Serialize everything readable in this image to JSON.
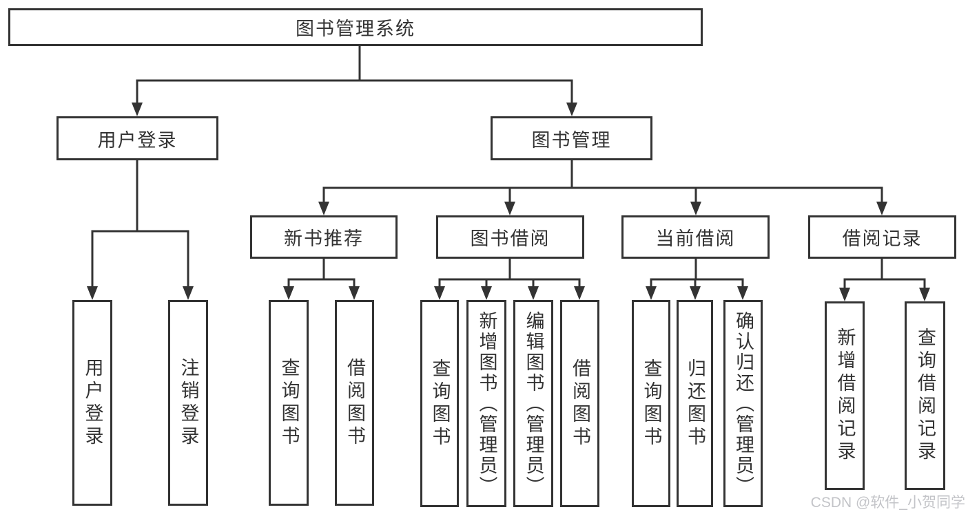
{
  "colors": {
    "line": "#333333",
    "box_border": "#333333",
    "text": "#333333",
    "background": "#ffffff",
    "watermark": "#c3c4c8"
  },
  "root": {
    "label": "图书管理系统"
  },
  "level2": {
    "user_login": {
      "label": "用户登录"
    },
    "book_management": {
      "label": "图书管理"
    }
  },
  "level3": {
    "new_book_recommend": {
      "label": "新书推荐"
    },
    "book_borrow": {
      "label": "图书借阅"
    },
    "current_borrow": {
      "label": "当前借阅"
    },
    "borrow_records": {
      "label": "借阅记录"
    }
  },
  "leaves": {
    "user_login": {
      "label": "用户登录"
    },
    "logout": {
      "label": "注销登录"
    },
    "recommend_query_books": {
      "label": "查询图书"
    },
    "recommend_borrow_books": {
      "label": "借阅图书"
    },
    "borrow_query_books": {
      "label": "查询图书"
    },
    "borrow_add_books": {
      "label": "新增图书（管理员）"
    },
    "borrow_edit_books": {
      "label": "编辑图书（管理员）"
    },
    "borrow_borrow_books": {
      "label": "借阅图书"
    },
    "current_query_books": {
      "label": "查询图书"
    },
    "current_return_books": {
      "label": "归还图书"
    },
    "current_confirm_return": {
      "label": "确认归还（管理员）"
    },
    "records_add_record": {
      "label": "新增借阅记录"
    },
    "records_query_record": {
      "label": "查询借阅记录"
    }
  },
  "watermark": {
    "label": "CSDN @软件_小贺同学"
  }
}
